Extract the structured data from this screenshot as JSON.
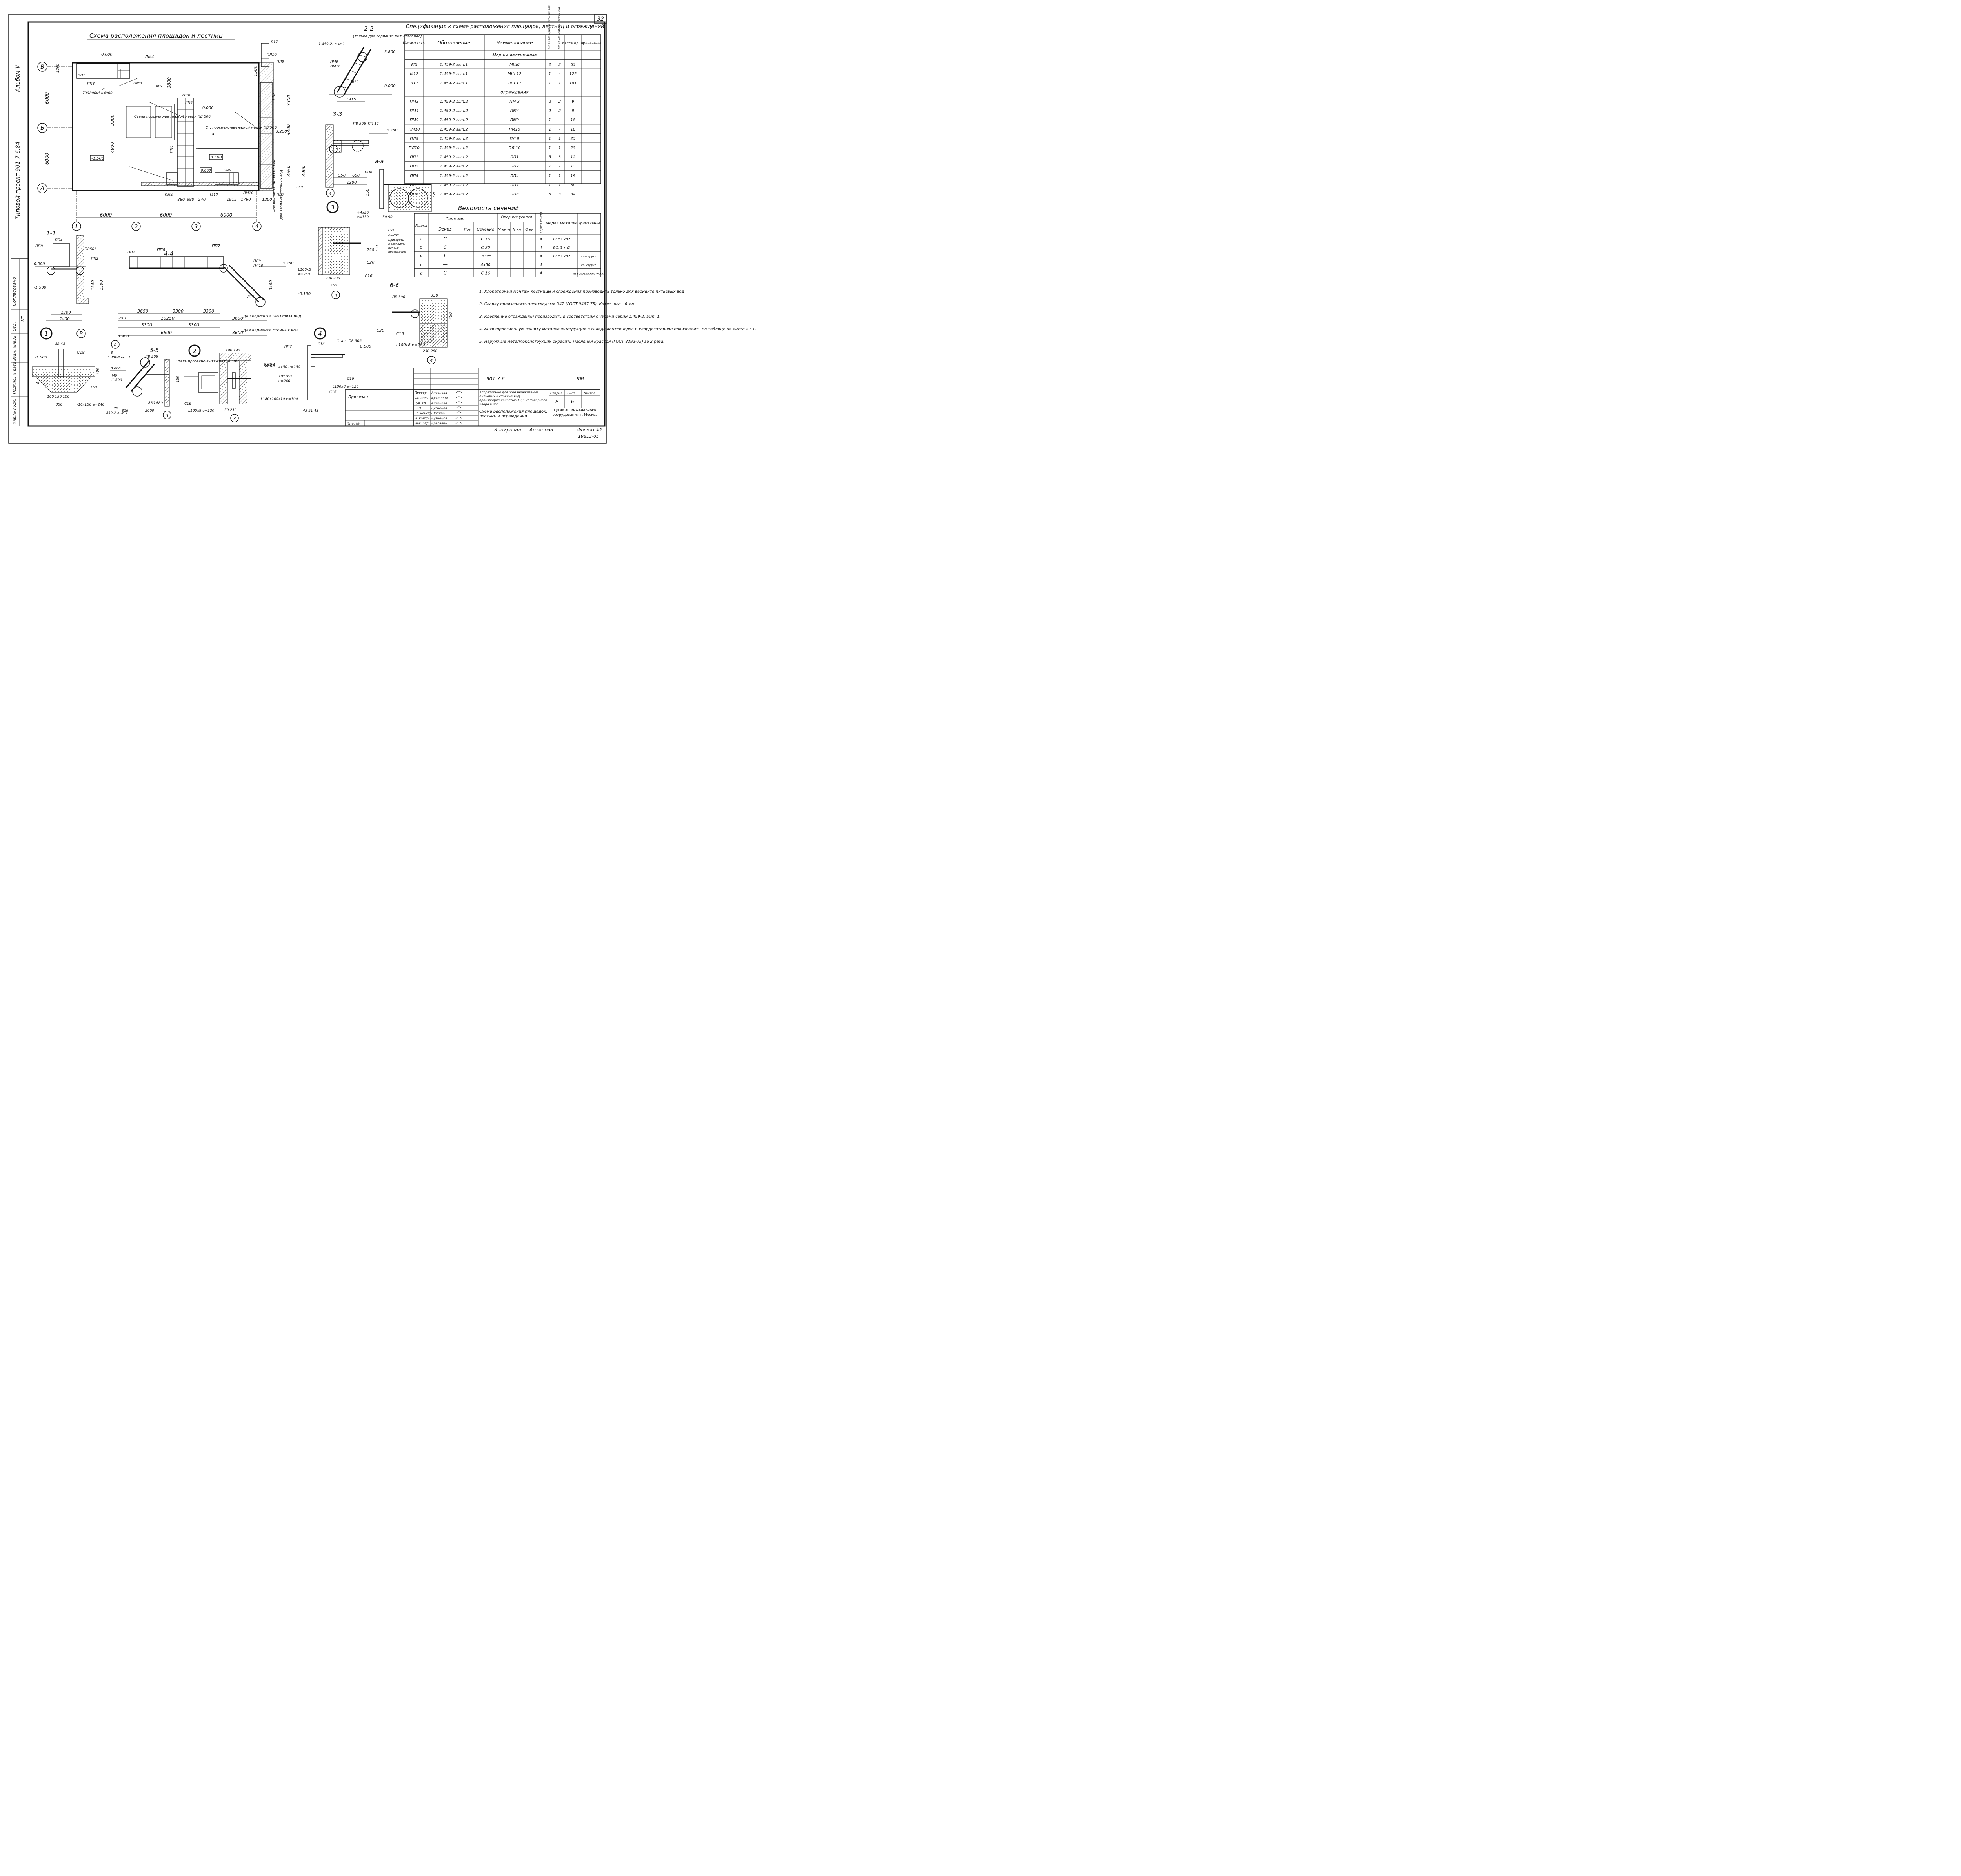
{
  "sheet_number": "32",
  "side": {
    "album": "Альбом V",
    "project": "Типовой проект 901-7-6.84",
    "stamp_rows": [
      "Согласовано",
      "КГ",
      "Отд.",
      "Инв.№ подл.",
      "Подпись и дата",
      "Взам. инв.№"
    ]
  },
  "plan": {
    "title": "Схема расположения площадок и лестниц",
    "axes_letters": [
      "В",
      "Б",
      "А"
    ],
    "axes_numbers": [
      "1",
      "2",
      "3",
      "4"
    ],
    "dims_bottom": [
      "6000",
      "6000",
      "6000"
    ],
    "dims_left": [
      "6000",
      "6000"
    ],
    "dims_small": [
      "1200",
      "700",
      "800x5=4000",
      "2000",
      "4900",
      "3300",
      "3800",
      "1500",
      "3300",
      "3300",
      "3650",
      "3900",
      "880",
      "880",
      "240",
      "1915",
      "1760",
      "1200",
      "250",
      "800",
      "600",
      "1400",
      "600"
    ],
    "levels": [
      "0.000",
      "0.000",
      "-1.500",
      "3.250",
      "3.300",
      "0.000"
    ],
    "labels": [
      "ПМ4",
      "ПМ3",
      "ПП1",
      "ПП8",
      "М6",
      "М12",
      "ПМ9",
      "ПМ10",
      "ПЛ9",
      "ПЛ10",
      "Л17",
      "ПП7",
      "ПП2",
      "ПП4",
      "ПП8",
      "ПМ4",
      "а",
      "д"
    ],
    "notes": [
      "Сталь просечно-вытяжной марки ПВ 506",
      "Ст. просечно-вытяжной марки ПВ 506",
      "для варианта питьевых вод",
      "для варианта сточных вод"
    ]
  },
  "spec": {
    "title": "Спецификация к схеме расположения площадок, лестниц и ограждений",
    "headers": [
      "Марка поз.",
      "Обозначение",
      "Наименование",
      "Кол-во для варианта питьевых вод",
      "Кол-во для варианта сточных вод",
      "Масса ед. кг",
      "Примечание"
    ],
    "group1": "Марши лестничные",
    "group2": "ограждения",
    "rows1": [
      [
        "М6",
        "1.459-2 вып.1",
        "МШ6",
        "2",
        "2",
        "63"
      ],
      [
        "М12",
        "1.459-2 вып.1",
        "МШ 12",
        "1",
        "-",
        "122"
      ],
      [
        "Л17",
        "1.459-2 вып.1",
        "ЛШ 17",
        "1",
        "1",
        "181"
      ]
    ],
    "rows2": [
      [
        "ПМ3",
        "1.459-2 вып.2",
        "ПМ 3",
        "2",
        "2",
        "9"
      ],
      [
        "ПМ4",
        "1.459-2 вып.2",
        "ПМ4",
        "2",
        "2",
        "9"
      ],
      [
        "ПМ9",
        "1.459-2 вып.2",
        "ПМ9",
        "1",
        "-",
        "18"
      ],
      [
        "ПМ10",
        "1.459-2 вып.2",
        "ПМ10",
        "1",
        "-",
        "18"
      ],
      [
        "ПЛ9",
        "1.459-2 вып.2",
        "ПЛ 9",
        "1",
        "1",
        "25"
      ],
      [
        "ПЛ10",
        "1.459-2 вып.2",
        "ПЛ 10",
        "1",
        "1",
        "25"
      ],
      [
        "ПП1",
        "1.459-2 вып.2",
        "ПП1",
        "5",
        "3",
        "12"
      ],
      [
        "ПП2",
        "1.459-2 вып.2",
        "ПП2",
        "1",
        "1",
        "13"
      ],
      [
        "ПП4",
        "1.459-2 вып.2",
        "ПП4",
        "1",
        "1",
        "19"
      ],
      [
        "ПП7",
        "1.459-2 вып.2",
        "ПП7",
        "1",
        "1",
        "30"
      ],
      [
        "ПП8",
        "1.459-2 вып.2",
        "ПП8",
        "5",
        "3",
        "34"
      ]
    ]
  },
  "sections": {
    "title": "Ведомость сечений",
    "headers": [
      "Марка",
      "Сечение",
      "Эскиз",
      "Поз.",
      "Сечение",
      "Опорные усилия",
      "M кн·м",
      "N кн",
      "Q кн",
      "Группа констр.",
      "Марка металла",
      "Примечание"
    ],
    "rows": [
      [
        "а",
        "C",
        "C 16",
        "4",
        "ВСт3 кп2",
        ""
      ],
      [
        "б",
        "C",
        "C 20",
        "4",
        "ВСт3 кп2",
        ""
      ],
      [
        "в",
        "L",
        "L63x5",
        "4",
        "ВСт3 кп2",
        "конструкт."
      ],
      [
        "г",
        "—",
        "4x50",
        "4",
        "",
        "конструкт."
      ],
      [
        "д",
        "C",
        "C 16",
        "4",
        "",
        "из условия жесткости"
      ]
    ]
  },
  "notes": [
    "1. Хлораторный монтаж лестницы и ограждения производить только для варианта питьевых вод",
    "2. Сварку производить электродами Э42 (ГОСТ 9467-75). Катет шва - 6 мм.",
    "3. Крепление ограждений производить в соответствии с узлами серии 1.459-2, вып. 1.",
    "4. Антикоррозионную защиту металлоконструкций в складе контейнеров и хлордозаторной производить по таблице на листе АР-1.",
    "5. Наружные металлоконструкции окрасить масляной краской (ГОСТ 8292-75) за 2 раза."
  ],
  "views": {
    "s11": "1-1",
    "s22": "2-2",
    "s33": "3-3",
    "s44": "4-4",
    "s55": "5-5",
    "s66": "6-6",
    "saa": "а-а",
    "node1": "1",
    "node2": "2",
    "node3": "3",
    "node4": "4",
    "s22_note": "(только для варианта питьевых вод)",
    "s44_dims": [
      "3650",
      "3300",
      "3300",
      "10250",
      "3300",
      "3300",
      "6600",
      "3600",
      "3600",
      "250",
      "3400"
    ],
    "s44_levels": [
      "3.250",
      "-0.150",
      "3.900"
    ],
    "s44_variant1": "для варианта питьевых вод",
    "s44_variant2": "для варианта сточных вод",
    "s11_dims": [
      "1200",
      "1400",
      "1340",
      "1500"
    ],
    "s11_levels": [
      "0.000",
      "-1.500"
    ],
    "s22_dims": [
      "1915"
    ],
    "s22_levels": [
      "3.800",
      "0.000"
    ],
    "s33_dims": [
      "550",
      "600",
      "1200"
    ],
    "s33_levels": [
      "3.250"
    ],
    "n4_labels": [
      "ПП7",
      "Сталь ПВ 506",
      "C16",
      "L100x8 e=120",
      "4x50 e=150"
    ],
    "n4_levels": [
      "0.000"
    ],
    "detail_labels": [
      "C18",
      "-1.600",
      "-10x150 e=240",
      "C16",
      "L100x8 e=120",
      "L180x100x10 e=300",
      "Сталь просечно-вытяжная ПВ506",
      "0.000",
      "-1.600",
      "C20",
      "C16",
      "L100x8 e=280",
      "ПВ 506"
    ]
  },
  "title_block": {
    "code": "901-7-6",
    "mark": "КМ",
    "attach": "Привязан",
    "inv": "Инв. №",
    "roles": [
      "Провер.",
      "Ст. инж.",
      "Рук. гр.",
      "ГИП",
      "Гл. констр.",
      "Н. контр.",
      "Нач. отд."
    ],
    "names": [
      "Антонова",
      "Брайнина",
      "Антонова",
      "Кузнецов",
      "Шапиро",
      "Кузнецов",
      "Красавин"
    ],
    "object": "Хлораторная для обеззараживания питьевых и сточных вод производительностью 12,5 кг товарного хлора в час",
    "sheet_title": "Схема расположения площадок, лестниц и ограждений.",
    "stage_h": "Стадия",
    "sheet_h": "Лист",
    "sheets_h": "Листов",
    "stage": "Р",
    "sheet": "6",
    "sheets": "",
    "org": "ЦНИИЭП инженерного оборудования г. Москва",
    "copied": "Копировал",
    "copier": "Антипова",
    "format": "Формат А2",
    "number": "19813-05"
  }
}
